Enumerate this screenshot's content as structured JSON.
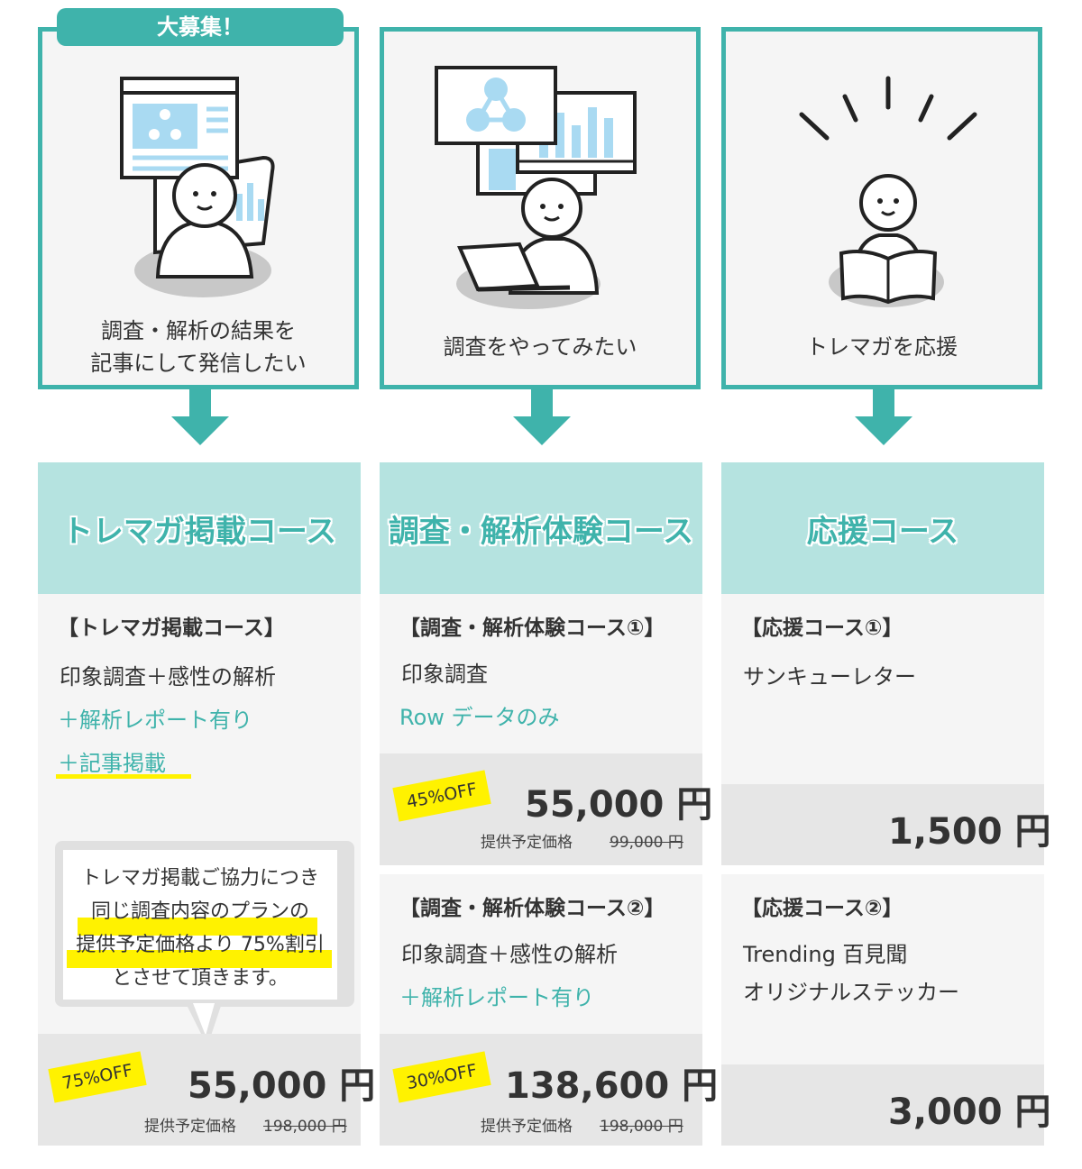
{
  "recruit_label": "大募集！",
  "cards": [
    {
      "lines": [
        "調査・解析の結果を",
        "記事にして発信したい"
      ]
    },
    {
      "lines": [
        "調査をやってみたい"
      ]
    },
    {
      "lines": [
        "トレマガを応援"
      ]
    }
  ],
  "columns": {
    "c1": {
      "header": "トレマガ掲載コース",
      "title": "【トレマガ掲載コース】",
      "lines": [
        "印象調査＋感性の解析",
        "＋解析レポート有り",
        "＋記事掲載"
      ],
      "bubble": [
        "トレマガ掲載ご協力につき",
        "同じ調査内容のプランの",
        "提供予定価格より 75%割引",
        "とさせて頂きます。"
      ],
      "badge": "75%OFF",
      "price": "55,000 円",
      "planned_label": "提供予定価格",
      "original_price": "198,000 円"
    },
    "c2": {
      "header": "調査・解析体験コース",
      "p1": {
        "title": "【調査・解析体験コース①】",
        "lines": [
          "印象調査",
          "Row データのみ"
        ],
        "badge": "45%OFF",
        "price": "55,000 円",
        "planned_label": "提供予定価格",
        "original_price": "99,000 円"
      },
      "p2": {
        "title": "【調査・解析体験コース②】",
        "lines": [
          "印象調査＋感性の解析",
          "＋解析レポート有り"
        ],
        "badge": "30%OFF",
        "price": "138,600 円",
        "planned_label": "提供予定価格",
        "original_price": "198,000 円"
      }
    },
    "c3": {
      "header": "応援コース",
      "p1": {
        "title": "【応援コース①】",
        "lines": [
          "サンキューレター"
        ],
        "price": "1,500 円"
      },
      "p2": {
        "title": "【応援コース②】",
        "lines": [
          "Trending 百見聞",
          "オリジナルステッカー"
        ],
        "price": "3,000 円"
      }
    }
  },
  "colors": {
    "teal": "#3fb3ab",
    "light_teal": "#b5e3e0",
    "panel": "#f5f5f5",
    "price_band": "#e6e6e6",
    "highlight": "#fff200",
    "icon_blue": "#a9daf2"
  }
}
